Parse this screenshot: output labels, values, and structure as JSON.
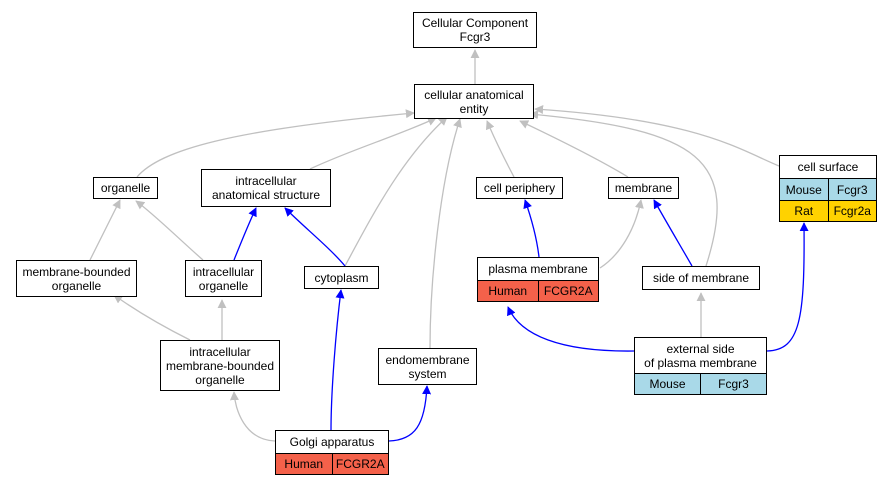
{
  "colors": {
    "gray_edge": "#c0c0c0",
    "blue_edge": "#0000ff",
    "human": "#f4614a",
    "mouse": "#a9d9e8",
    "rat": "#ffd200"
  },
  "nodes": {
    "root": "Cellular Component\nFcgr3",
    "cae": "cellular anatomical\nentity",
    "organelle": "organelle",
    "ias": "intracellular\nanatomical structure",
    "cell_periphery": "cell periphery",
    "membrane": "membrane",
    "mbo": "membrane-bounded\norganelle",
    "io": "intracellular\norganelle",
    "cytoplasm": "cytoplasm",
    "side_membrane": "side of membrane",
    "imbo": "intracellular\nmembrane-bounded\norganelle",
    "endomembrane": "endomembrane\nsystem"
  },
  "tables": {
    "cell_surface": {
      "title": "cell surface",
      "rows": [
        [
          "Mouse",
          "Fcgr3"
        ],
        [
          "Rat",
          "Fcgr2a"
        ]
      ]
    },
    "plasma_membrane": {
      "title": "plasma membrane",
      "rows": [
        [
          "Human",
          "FCGR2A"
        ]
      ]
    },
    "external_side": {
      "title": "external side\nof plasma membrane",
      "rows": [
        [
          "Mouse",
          "Fcgr3"
        ]
      ]
    },
    "golgi": {
      "title": "Golgi apparatus",
      "rows": [
        [
          "Human",
          "FCGR2A"
        ]
      ]
    }
  }
}
